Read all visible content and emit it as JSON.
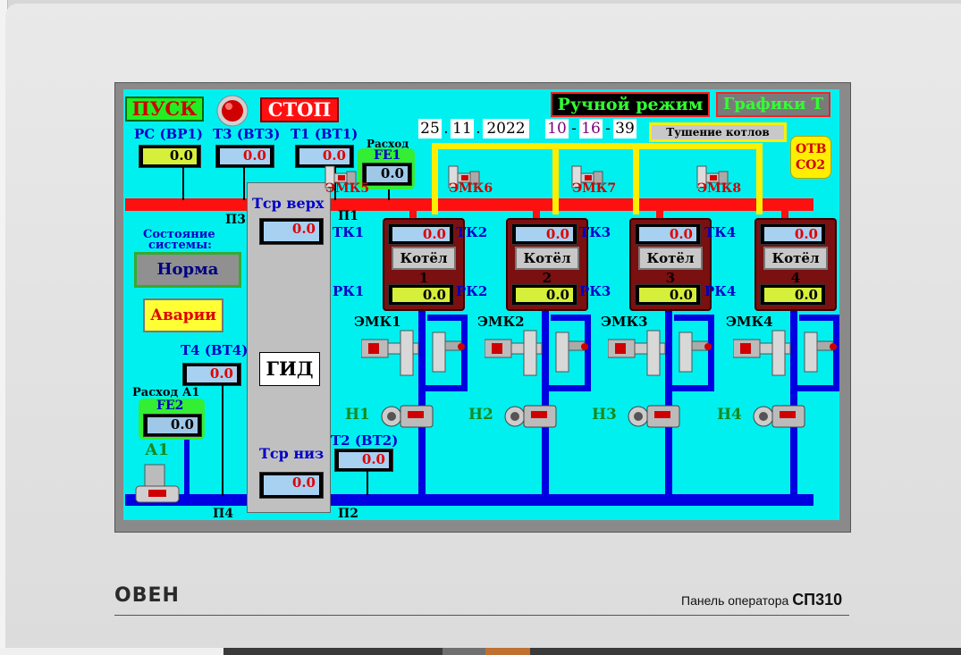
{
  "buttons": {
    "start": "ПУСК",
    "stop": "СТОП",
    "manual_mode": "Ручной режим",
    "graphs": "Графики Т",
    "extinguish": "Тушение котлов"
  },
  "labels": {
    "pc": "PC (BP1)",
    "t3": "T3 (BT3)",
    "t1": "T1 (BT1)",
    "t4": "T4 (BT4)",
    "t2": "T2 (BT2)",
    "flow": "Расход",
    "fe1": "FE1",
    "flow_a1": "Расход А1",
    "fe2": "FE2",
    "a1": "А1",
    "state": "Состояние",
    "system": "системы:",
    "tsr_top": "Тср верх",
    "tsr_bottom": "Тср низ",
    "gid": "ГИД",
    "otv": "ОТВ",
    "co2": "СО2",
    "p1": "П1",
    "p2": "П2",
    "p3": "П3",
    "p4": "П4"
  },
  "state": {
    "norm": "Норма",
    "alarm": "Аварии"
  },
  "values": {
    "pc": "0.0",
    "t3": "0.0",
    "t1": "0.0",
    "fe1": "0.0",
    "t4": "0.0",
    "fe2": "0.0",
    "t2": "0.0",
    "tsr_top": "0.0",
    "tsr_bottom": "0.0"
  },
  "date": {
    "day": "25",
    "month": "11",
    "year": "2022",
    "hour": "10",
    "minute": "16",
    "second": "39",
    "dot": ".",
    "dash": "-"
  },
  "boilers": [
    {
      "name": "Котёл 1",
      "tk": "ТК1",
      "rk": "РК1",
      "tk_val": "0.0",
      "rk_val": "0.0",
      "emk": "ЭМК1",
      "pump": "Н1",
      "top_emk": "ЭМК5"
    },
    {
      "name": "Котёл 2",
      "tk": "ТК2",
      "rk": "РК2",
      "tk_val": "0.0",
      "rk_val": "0.0",
      "emk": "ЭМК2",
      "pump": "Н2",
      "top_emk": "ЭМК6"
    },
    {
      "name": "Котёл 3",
      "tk": "ТК3",
      "rk": "РК3",
      "tk_val": "0.0",
      "rk_val": "0.0",
      "emk": "ЭМК3",
      "pump": "Н3",
      "top_emk": "ЭМК7"
    },
    {
      "name": "Котёл 4",
      "tk": "ТК4",
      "rk": "РК4",
      "tk_val": "0.0",
      "rk_val": "0.0",
      "emk": "ЭМК4",
      "pump": "Н4",
      "top_emk": "ЭМК8"
    }
  ],
  "device": {
    "logo": "OBEH",
    "panel_label": "Панель оператора",
    "panel_model": "СП310"
  },
  "colors": {
    "screen": "#00f0f0",
    "start_bg": "#22ee22",
    "stop_bg": "#ff1010",
    "manual_text": "#33ff33",
    "graphs_text": "#33ff33",
    "supply_pipe": "#ff1010",
    "return_pipe": "#0000e0",
    "gas_pipe": "#ffee00"
  }
}
